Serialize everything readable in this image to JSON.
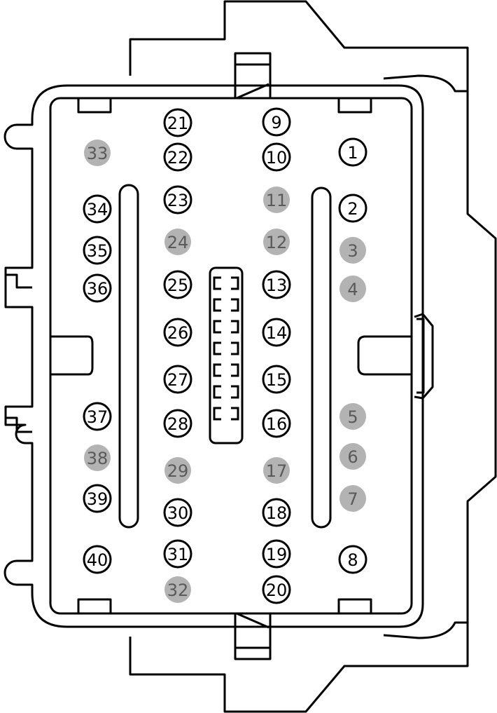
{
  "pins": [
    {
      "label": "1",
      "filled": false
    },
    {
      "label": "2",
      "filled": false
    },
    {
      "label": "3",
      "filled": true
    },
    {
      "label": "4",
      "filled": true
    },
    {
      "label": "5",
      "filled": true
    },
    {
      "label": "6",
      "filled": true
    },
    {
      "label": "7",
      "filled": true
    },
    {
      "label": "8",
      "filled": false
    },
    {
      "label": "9",
      "filled": false
    },
    {
      "label": "10",
      "filled": false
    },
    {
      "label": "11",
      "filled": true
    },
    {
      "label": "12",
      "filled": true
    },
    {
      "label": "13",
      "filled": false
    },
    {
      "label": "14",
      "filled": false
    },
    {
      "label": "15",
      "filled": false
    },
    {
      "label": "16",
      "filled": false
    },
    {
      "label": "17",
      "filled": true
    },
    {
      "label": "18",
      "filled": false
    },
    {
      "label": "19",
      "filled": false
    },
    {
      "label": "20",
      "filled": false
    },
    {
      "label": "21",
      "filled": false
    },
    {
      "label": "22",
      "filled": false
    },
    {
      "label": "23",
      "filled": false
    },
    {
      "label": "24",
      "filled": true
    },
    {
      "label": "25",
      "filled": false
    },
    {
      "label": "26",
      "filled": false
    },
    {
      "label": "27",
      "filled": false
    },
    {
      "label": "28",
      "filled": false
    },
    {
      "label": "29",
      "filled": true
    },
    {
      "label": "30",
      "filled": false
    },
    {
      "label": "31",
      "filled": false
    },
    {
      "label": "32",
      "filled": true
    },
    {
      "label": "33",
      "filled": true
    },
    {
      "label": "34",
      "filled": false
    },
    {
      "label": "35",
      "filled": false
    },
    {
      "label": "36",
      "filled": false
    },
    {
      "label": "37",
      "filled": false
    },
    {
      "label": "38",
      "filled": true
    },
    {
      "label": "39",
      "filled": false
    },
    {
      "label": "40",
      "filled": false
    }
  ],
  "colors": {
    "outline": "#000000",
    "pin_filled": "#b3b3b3",
    "pin_filled_text": "#5a5a5a",
    "pin_empty": "#ffffff",
    "pin_empty_text": "#000000",
    "background": "#ffffff"
  }
}
